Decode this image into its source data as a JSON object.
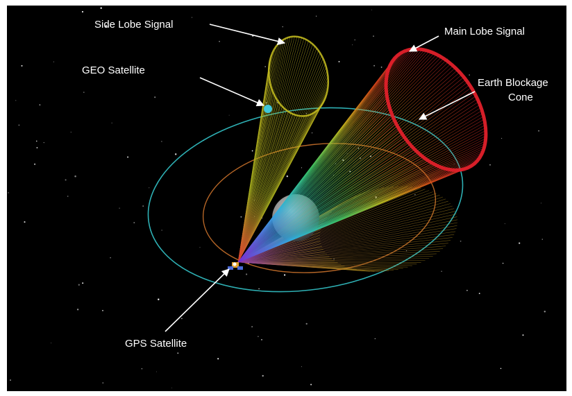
{
  "labels": {
    "side_lobe": "Side Lobe Signal",
    "main_lobe": "Main Lobe Signal",
    "geo_satellite": "GEO Satellite",
    "earth_blockage_line1": "Earth Blockage",
    "earth_blockage_line2": "Cone",
    "gps_satellite": "GPS Satellite"
  },
  "colors": {
    "space_background": "#000000",
    "frame": "#ffffff",
    "orbit_geo": "#33c3c8",
    "orbit_gps": "#c8702a",
    "geo_satellite": "#3fc7d8",
    "main_lobe": "#d8222a",
    "side_lobe": "#c8c020",
    "earth": "#9a9a9a",
    "label_text": "#ffffff",
    "arrow": "#ffffff"
  }
}
